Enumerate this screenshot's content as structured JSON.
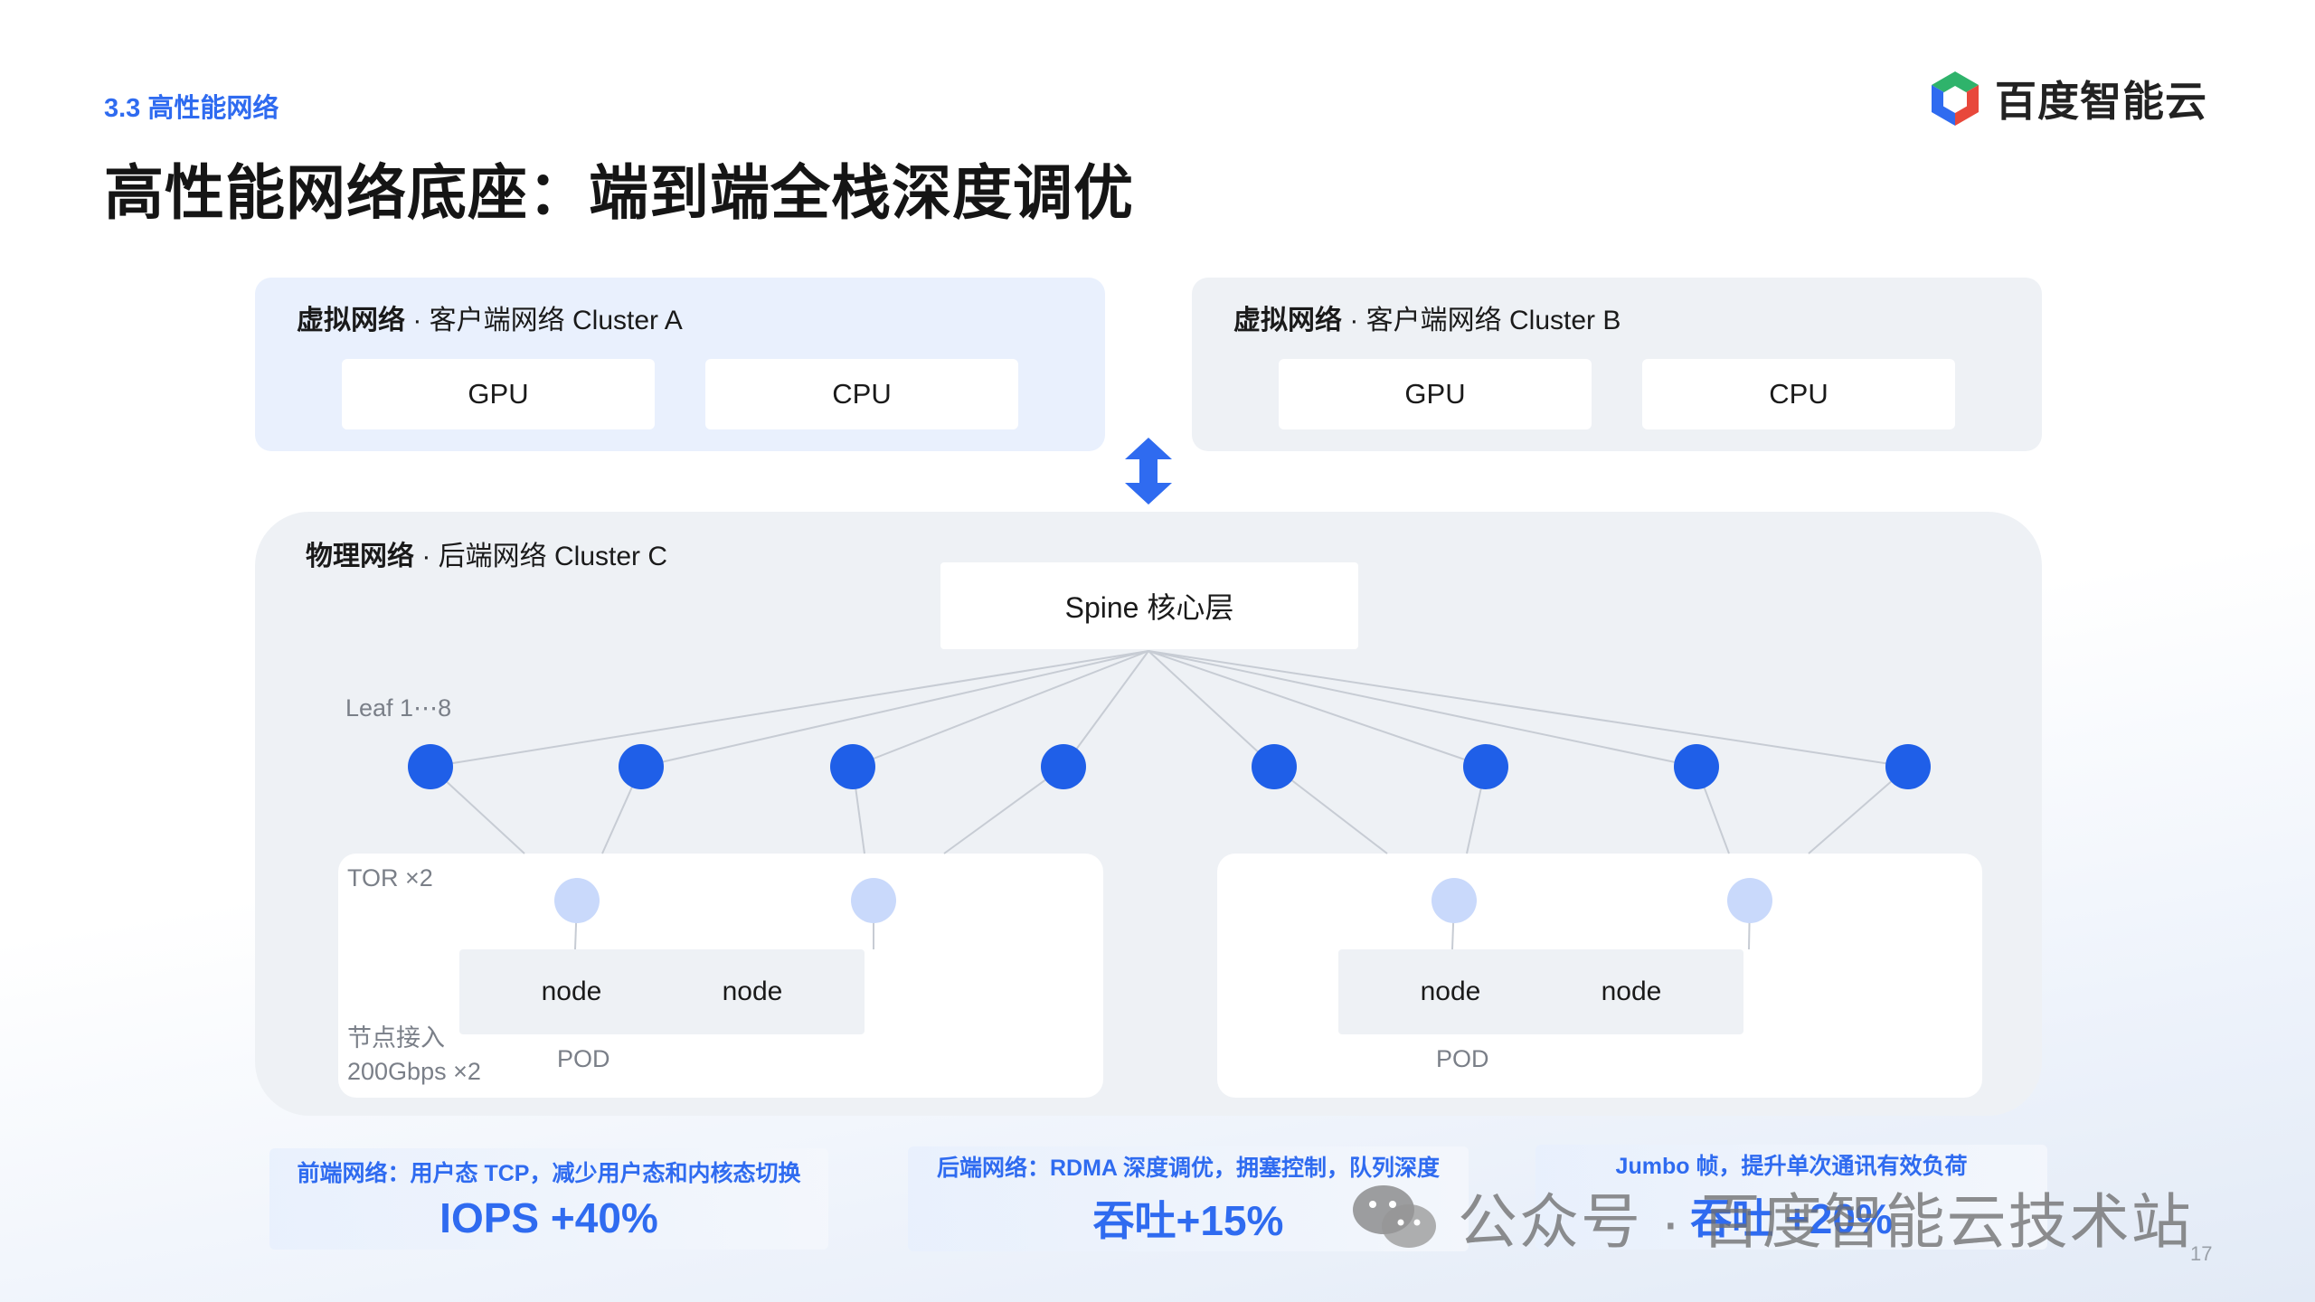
{
  "header": {
    "section": "3.3 高性能网络",
    "title": "高性能网络底座：端到端全栈深度调优",
    "brand": "百度智能云"
  },
  "cluster_a": {
    "title_bold": "虚拟网络",
    "title_rest": " · 客户端网络 Cluster A",
    "chips": [
      "GPU",
      "CPU"
    ]
  },
  "cluster_b": {
    "title_bold": "虚拟网络",
    "title_rest": " · 客户端网络 Cluster B",
    "chips": [
      "GPU",
      "CPU"
    ]
  },
  "physical": {
    "title_bold": "物理网络",
    "title_rest": " · 后端网络 Cluster C",
    "spine": "Spine 核心层",
    "leaf_label": "Leaf 1⋯8",
    "tor_label": "TOR ×2",
    "node_access_line1": "节点接入",
    "node_access_line2": "200Gbps ×2",
    "pods": [
      {
        "label": "POD",
        "nodes": [
          "node",
          "node"
        ]
      },
      {
        "label": "POD",
        "nodes": [
          "node",
          "node"
        ]
      }
    ]
  },
  "metrics": [
    {
      "title": "前端网络：用户态 TCP，减少用户态和内核态切换",
      "value": "IOPS +40%"
    },
    {
      "title": "后端网络：RDMA 深度调优，拥塞控制，队列深度",
      "value": "吞吐+15%"
    },
    {
      "title": "Jumbo 帧，提升单次通讯有效负荷",
      "value": "吞吐 +20%"
    }
  ],
  "watermark": "公众号 · 百度智能云技术站",
  "page_number": "17",
  "colors": {
    "accent": "#2f6bf0",
    "leaf_node": "#1f5fe8",
    "tor_node": "#c9d9fb",
    "cluster_a_bg": "#e9f0fd",
    "panel_bg": "#eef1f5"
  }
}
